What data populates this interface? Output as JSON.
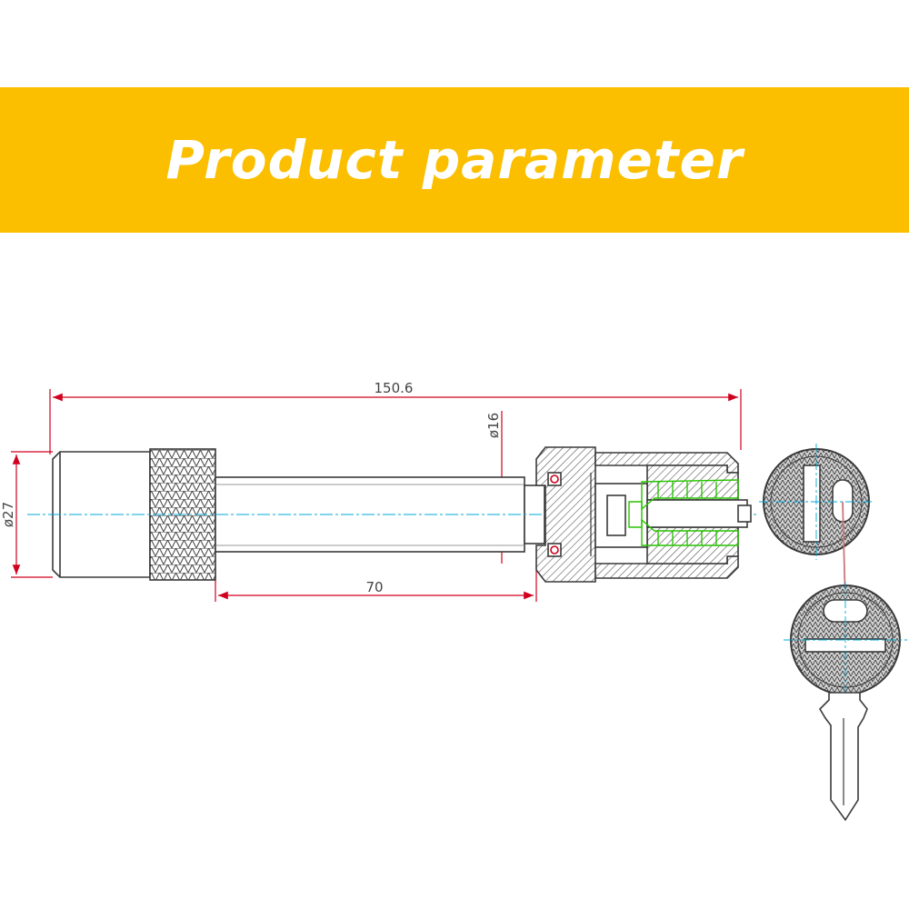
{
  "banner": {
    "title": "Product parameter",
    "color": "#fbbf00"
  },
  "dimensions": {
    "overall_length": "150.6",
    "shaft_length": "70",
    "head_diameter": "ø27",
    "pin_diameter": "ø16"
  },
  "colors": {
    "outline": "#3a3a3a",
    "dimension_line": "#d0001e",
    "centerline": "#00a9d8",
    "hatch": "#555555",
    "highlight": "#27c400"
  }
}
